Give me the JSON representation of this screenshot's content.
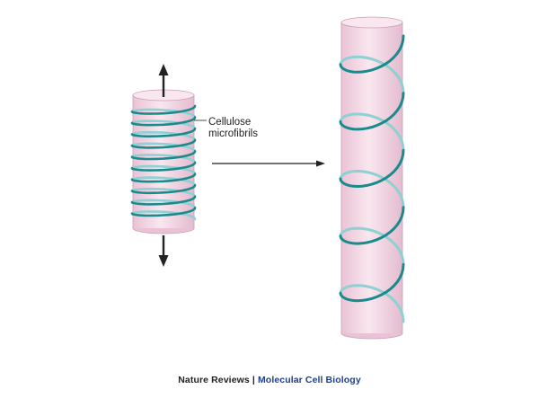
{
  "labels": {
    "fibrils_line1": "Cellulose",
    "fibrils_line2": "microfibrils"
  },
  "credit": {
    "journal": "Nature Reviews",
    "separator": "|",
    "section": "Molecular Cell Biology"
  },
  "colors": {
    "cylinder_fill": "#f6dce8",
    "cylinder_shadow": "#e7bfd2",
    "cylinder_top": "#f9e6ef",
    "fibril_front": "#1c8a8c",
    "fibril_back": "#8fd0d2",
    "arrow": "#222222"
  },
  "icons": {
    "up_arrow": "up-arrow-icon",
    "down_arrow": "down-arrow-icon",
    "growth_arrow": "right-arrow-icon"
  }
}
